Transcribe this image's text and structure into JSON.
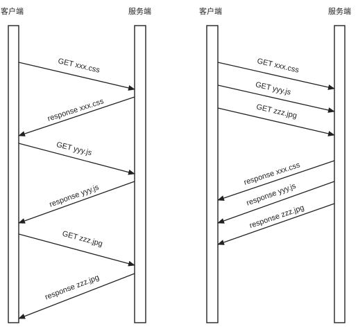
{
  "left_panel": {
    "client_label": "客户端",
    "server_label": "服务端",
    "messages": [
      {
        "text": "GET xxx.css",
        "direction": "client-to-server"
      },
      {
        "text": "response xxx.css",
        "direction": "server-to-client"
      },
      {
        "text": "GET yyy.js",
        "direction": "client-to-server"
      },
      {
        "text": "response yyy.js",
        "direction": "server-to-client"
      },
      {
        "text": "GET zzz.jpg",
        "direction": "client-to-server"
      },
      {
        "text": "response zzz.jpg",
        "direction": "server-to-client"
      }
    ]
  },
  "right_panel": {
    "client_label": "客户端",
    "server_label": "服务端",
    "messages": [
      {
        "text": "GET xxx.css",
        "direction": "client-to-server"
      },
      {
        "text": "GET yyy.js",
        "direction": "client-to-server"
      },
      {
        "text": "GET zzz.jpg",
        "direction": "client-to-server"
      },
      {
        "text": "response xxx.css",
        "direction": "server-to-client"
      },
      {
        "text": "response yyy.js",
        "direction": "server-to-client"
      },
      {
        "text": "response zzz.jpg",
        "direction": "server-to-client"
      }
    ]
  }
}
